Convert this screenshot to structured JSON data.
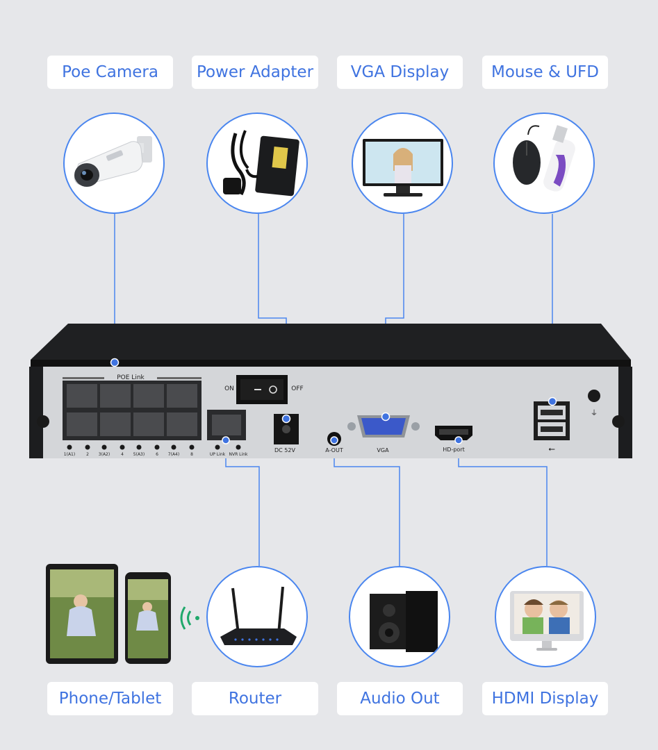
{
  "top_labels": [
    "Poe Camera",
    "Power Adapter",
    "VGA Display",
    "Mouse & UFD"
  ],
  "bottom_labels": [
    "Phone/Tablet",
    "Router",
    "Audio Out",
    "HDMI Display"
  ],
  "nvr": {
    "poe_link": "POE Link",
    "switch_on": "ON",
    "switch_off": "OFF",
    "dc_label": "DC  52V",
    "aout_label": "A-OUT",
    "vga_label": "VGA",
    "hdmi_label": "HD-port",
    "port_numbers": [
      "1(A1)",
      "2",
      "3(A2)",
      "4",
      "5(A3)",
      "6",
      "7(A4)",
      "8"
    ],
    "uplink_label": "UP Link",
    "nvrlink_label": "NVR Link"
  },
  "colors": {
    "accent": "#3f73e0",
    "wire": "#4a86ef",
    "background": "#e6e7ea"
  },
  "icons": [
    "bullet-camera-icon",
    "power-adapter-icon",
    "monitor-icon",
    "mouse-usb-icon",
    "router-icon",
    "speaker-icon",
    "hdmi-monitor-icon",
    "wifi-signal-icon"
  ]
}
